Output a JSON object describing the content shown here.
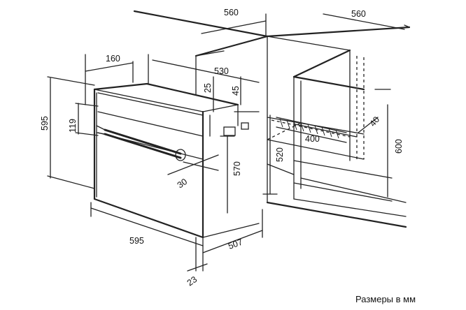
{
  "dimensions": {
    "top_depth_left": "560",
    "top_depth_right": "560",
    "depth_160": "160",
    "niche_depth": "530",
    "gap_25": "25",
    "gap_45": "45",
    "height_595": "595",
    "panel_119": "119",
    "niche_height_570": "570",
    "niche_height_520": "520",
    "opening_600": "600",
    "opening_400": "400",
    "opening_40": "40",
    "handle_30": "30",
    "width_595": "595",
    "depth_507": "507",
    "front_23": "23"
  },
  "caption": "Размеры в мм"
}
